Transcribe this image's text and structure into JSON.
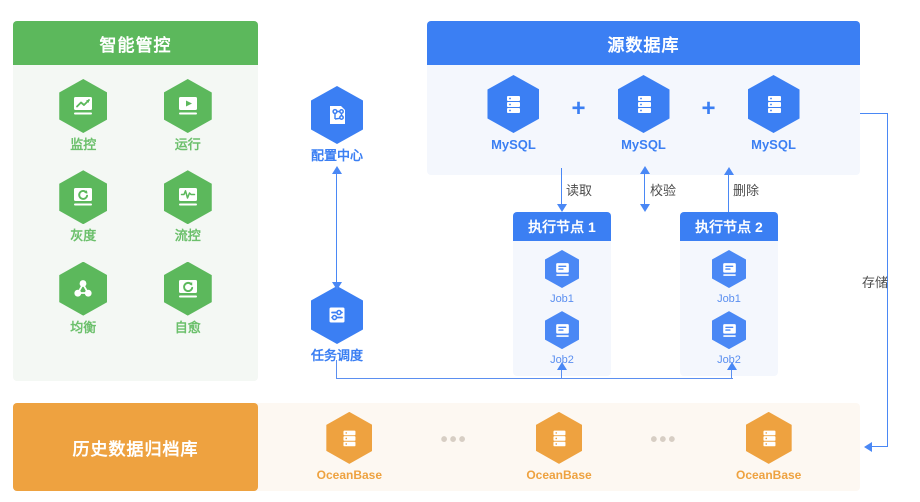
{
  "colors": {
    "green": "#5cb85c",
    "blue": "#3b7ff3",
    "orange": "#eea240",
    "panel_green_bg": "#f4f8f4",
    "panel_blue_bg": "#f4f7fd",
    "panel_orange_bg": "#fdf8f2",
    "connector": "#4a88f5"
  },
  "control_panel": {
    "title": "智能管控",
    "items": [
      {
        "label": "监控",
        "icon": "monitor-chart-icon"
      },
      {
        "label": "运行",
        "icon": "monitor-play-icon"
      },
      {
        "label": "灰度",
        "icon": "monitor-refresh-icon"
      },
      {
        "label": "流控",
        "icon": "monitor-pulse-icon"
      },
      {
        "label": "均衡",
        "icon": "network-nodes-icon"
      },
      {
        "label": "自愈",
        "icon": "monitor-sync-icon"
      }
    ]
  },
  "source_panel": {
    "title": "源数据库",
    "plus": "+",
    "databases": [
      {
        "label": "MySQL",
        "icon": "database-server-icon"
      },
      {
        "label": "MySQL",
        "icon": "database-server-icon"
      },
      {
        "label": "MySQL",
        "icon": "database-server-icon"
      }
    ]
  },
  "middle_nodes": [
    {
      "label": "配置中心",
      "icon": "config-center-icon"
    },
    {
      "label": "任务调度",
      "icon": "task-scheduler-icon"
    }
  ],
  "exec_nodes": [
    {
      "title": "执行节点 1",
      "jobs": [
        {
          "label": "Job1",
          "icon": "job-screen-icon"
        },
        {
          "label": "Job2",
          "icon": "job-screen-icon"
        }
      ]
    },
    {
      "title": "执行节点 2",
      "jobs": [
        {
          "label": "Job1",
          "icon": "job-screen-icon"
        },
        {
          "label": "Job2",
          "icon": "job-screen-icon"
        }
      ]
    }
  ],
  "edge_labels": {
    "read": "读取",
    "verify": "校验",
    "delete": "删除",
    "storage": "存储"
  },
  "archive_panel": {
    "title": "历史数据归档库",
    "ellipsis": "•••",
    "nodes": [
      {
        "label": "OceanBase",
        "icon": "database-server-icon"
      },
      {
        "label": "OceanBase",
        "icon": "database-server-icon"
      },
      {
        "label": "OceanBase",
        "icon": "database-server-icon"
      }
    ]
  }
}
